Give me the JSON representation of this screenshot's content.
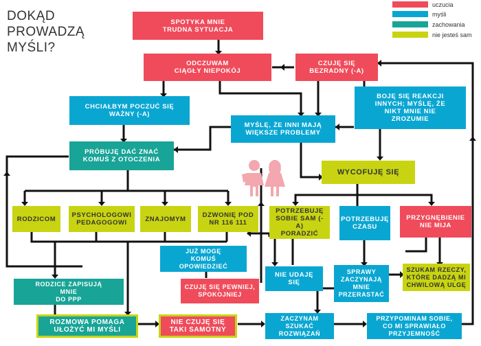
{
  "title": "DOKĄD\nPROWADZĄ\nMYŚLI?",
  "legend": [
    {
      "label": "uczucia",
      "color": "#ef4b5b"
    },
    {
      "label": "myśli",
      "color": "#0aa6d2"
    },
    {
      "label": "zachowania",
      "color": "#18a497"
    },
    {
      "label": "nie jesteś sam",
      "color": "#c8d411"
    }
  ],
  "nodes": {
    "n1": "SPOTYKA MNIE\nTRUDNA SYTUACJA",
    "n2": "ODCZUWAM\nCIĄGŁY NIEPOKÓJ",
    "n3": "CZUJĘ SIĘ\nBEZRADNY (-A)",
    "n4": "CHCIAŁBYM POCZUĆ SIĘ\nWAŻNY (-A)",
    "n5": "BOJĘ SIĘ REAKCJI\nINNYCH; MYŚLĘ, ŻE\nNIKT MNIE NIE\nZROZUMIE",
    "n6": "MYŚLĘ, ŻE INNI MAJĄ\nWIĘKSZE PROBLEMY",
    "n7": "PRÓBUJĘ DAĆ ZNAĆ\nKOMUŚ Z OTOCZENIA",
    "n8": "WYCOFUJĘ SIĘ",
    "n9": "RODZICOM",
    "n10": "PSYCHOLOGOWI\nPEDAGOGOWI",
    "n11": "ZNAJOMYM",
    "n12": "DZWONIĘ POD\nNR 116 111",
    "n13": "POTRZEBUJĘ\nSOBIE SAM (-A)\nPORADZIĆ",
    "n14": "POTRZEBUJĘ\nCZASU",
    "n15": "PRZYGNĘBIENIE\nNIE MIJA",
    "n16": "JUŻ MOGĘ\nKOMUŚ\nOPOWIEDZIEĆ",
    "n17": "NIE UDAJĘ\nSIĘ",
    "n18": "SPRAWY\nZACZYNAJĄ\nMNIE\nPRZERASTAĆ",
    "n19": "SZUKAM RZECZY,\nKTÓRE DADZĄ MI\nCHWILOWĄ ULGĘ",
    "n20": "RODZICE ZAPISUJĄ\nMNIE\nDO PPP",
    "n21": "CZUJĘ SIĘ PEWNIEJ,\nSPOKOJNIEJ",
    "n22": "ROZMOWA POMAGA\nUŁOŻYĆ MI MYŚLI",
    "n23": "NIE CZUJĘ SIĘ\nTAKI SAMOTNY",
    "n24": "ZACZYNAM\nSZUKAĆ\nROZWIĄZAŃ",
    "n25": "PRZYPOMINAM SOBIE,\nCO MI SPRAWIAŁO\nPRZYJEMNOŚĆ"
  }
}
